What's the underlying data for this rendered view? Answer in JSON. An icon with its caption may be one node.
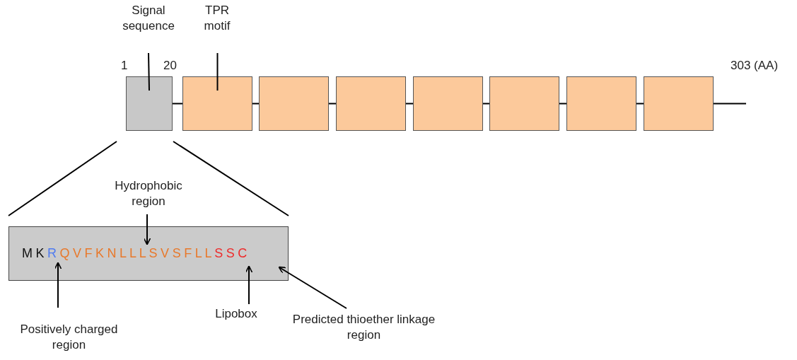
{
  "diagram": {
    "nodes": [
      {
        "text": [
          "Signal sequence"
        ]
      },
      {
        "text": [],
        "shape": "box"
      },
      {
        "text": [
          "TPR motif"
        ]
      },
      {
        "text": [],
        "shape": "box"
      },
      {
        "text": [],
        "shape": "box"
      },
      {
        "text": [],
        "shape": "box"
      },
      {
        "text": [],
        "shape": "box"
      },
      {
        "text": [],
        "shape": "box"
      },
      {
        "text": [],
        "shape": "box"
      },
      {
        "text": [],
        "shape": "box"
      },
      {
        "text": [
          "M K R Q V F K N L L L S V S F L L S S C"
        ]
      },
      {
        "text": [
          "Hydrophobic region"
        ]
      },
      {
        "text": [
          "Positively charged region"
        ]
      },
      {
        "text": [
          "Lipobox"
        ]
      },
      {
        "text": [
          "Predicted thioether linkage region"
        ]
      }
    ],
    "edges": [
      {
        "from": 0,
        "to": 1,
        "arrow": "none"
      },
      {
        "from": 2,
        "to": 3,
        "arrow": "none"
      },
      {
        "from": 1,
        "to": 3,
        "arrow": "none"
      },
      {
        "from": 3,
        "to": 4,
        "arrow": "none"
      },
      {
        "from": 4,
        "to": 5,
        "arrow": "none"
      },
      {
        "from": 5,
        "to": 6,
        "arrow": "none"
      },
      {
        "from": 6,
        "to": 7,
        "arrow": "none"
      },
      {
        "from": 7,
        "to": 8,
        "arrow": "none"
      },
      {
        "from": 8,
        "to": 9,
        "arrow": "none"
      },
      {
        "from": 9,
        "to": null,
        "arrow": "none"
      },
      {
        "from": 1,
        "to": 10,
        "arrow": "none"
      },
      {
        "from": 1,
        "to": 10,
        "arrow": "none"
      },
      {
        "from": 11,
        "to": 10,
        "arrow": "to"
      },
      {
        "from": 12,
        "to": 10,
        "arrow": "to"
      },
      {
        "from": 13,
        "to": 10,
        "arrow": "to"
      },
      {
        "from": 14,
        "to": 10,
        "arrow": "to"
      }
    ],
    "labels": [
      "1",
      "20",
      "303 (AA)"
    ]
  }
}
